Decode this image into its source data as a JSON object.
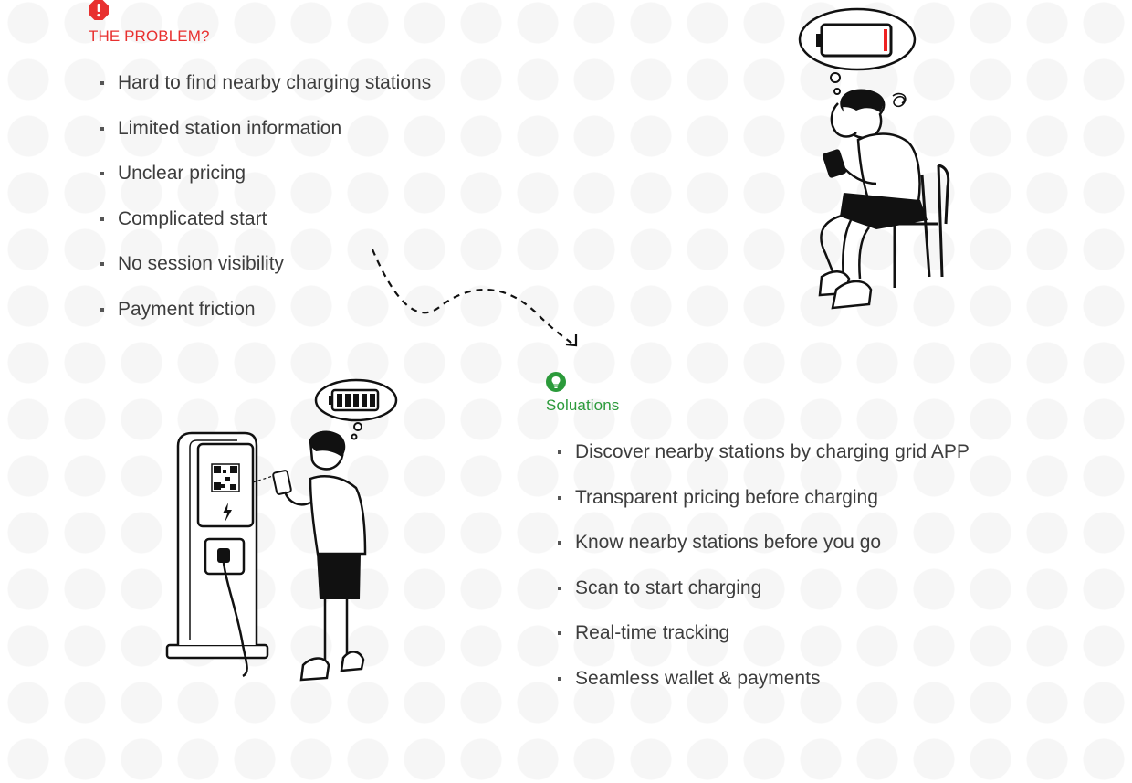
{
  "problem": {
    "heading": "THE PROBLEM?",
    "icon": "alert-octagon-icon",
    "items": [
      "Hard to find nearby charging stations",
      "Limited station information",
      "Unclear pricing",
      "Complicated start",
      "No session visibility",
      "Payment friction"
    ]
  },
  "solution": {
    "heading": "Soluations",
    "icon": "lightbulb-icon",
    "items": [
      "Discover nearby stations by charging grid APP",
      "Transparent pricing before charging",
      "Know nearby stations before you go",
      "Scan to start charging",
      "Real-time tracking",
      "Seamless wallet & payments"
    ]
  },
  "colors": {
    "problem_accent": "#e8302f",
    "solution_accent": "#2b9a3a",
    "text": "#3d3d3d"
  },
  "illustrations": {
    "problem": "frustrated-person-low-battery",
    "solution": "person-scanning-charger-qr"
  }
}
